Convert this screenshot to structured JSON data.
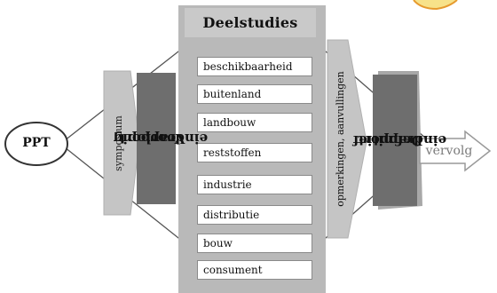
{
  "ppt": "PPT",
  "title": "Deelstudies",
  "studies": [
    "beschikbaarheid",
    "buitenland",
    "landbouw",
    "reststoffen",
    "industrie",
    "distributie",
    "bouw",
    "consument"
  ],
  "symposium": "symposium",
  "voorlopig": [
    "Voorlopig",
    "eindrapport"
  ],
  "opmerkingen": "opmerkingen, aanvullingen",
  "definitief": [
    "Definitief",
    "eindrapport"
  ],
  "vervolg": "vervolg"
}
